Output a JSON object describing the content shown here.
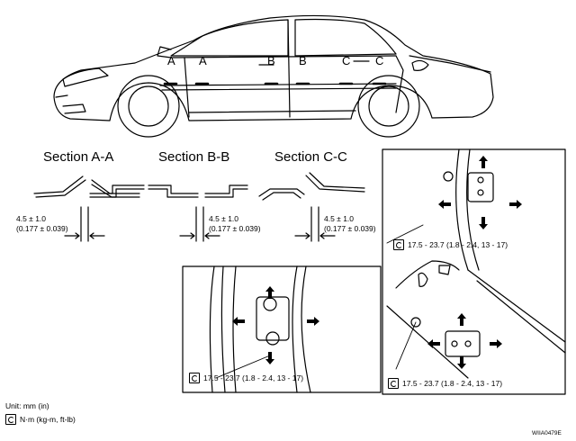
{
  "vehicle_markers": [
    "A",
    "A",
    "B",
    "B",
    "C",
    "C"
  ],
  "sections": [
    {
      "title": "Section A-A",
      "dim": "4.5 ± 1.0",
      "dim_in": "(0.177 ± 0.039)"
    },
    {
      "title": "Section B-B",
      "dim": "4.5 ± 1.0",
      "dim_in": "(0.177 ± 0.039)"
    },
    {
      "title": "Section C-C",
      "dim": "4.5 ± 1.0",
      "dim_in": "(0.177 ± 0.039)"
    }
  ],
  "torque": {
    "front_hinge": "17.5 - 23.7 (1.8 - 2.4, 13 - 17)",
    "rear_upper": "17.5 - 23.7 (1.8 - 2.4, 13 - 17)",
    "rear_lower": "17.5 - 23.7 (1.8 - 2.4, 13 - 17)"
  },
  "legend": {
    "unit": "Unit: mm (in)",
    "torque_unit": "N·m (kg-m, ft-lb)"
  },
  "figure_code": "WIIA0479E",
  "icons": [
    "torque-wrench-icon",
    "arrow-icon",
    "bolt-icon"
  ]
}
